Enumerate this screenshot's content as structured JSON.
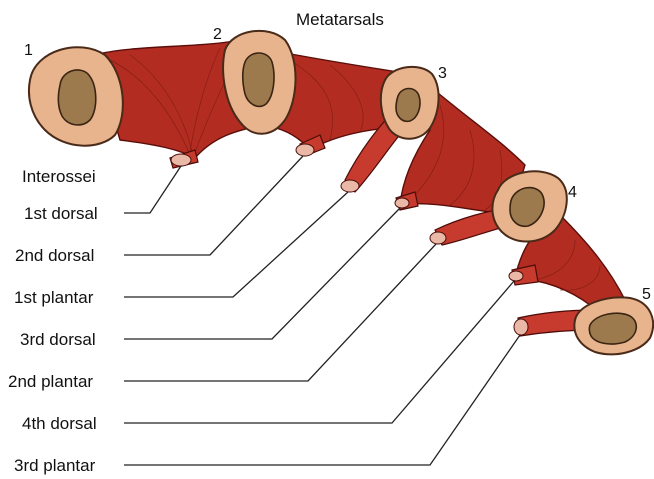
{
  "title": "Metatarsals",
  "bones": [
    {
      "number": "1"
    },
    {
      "number": "2"
    },
    {
      "number": "3"
    },
    {
      "number": "4"
    },
    {
      "number": "5"
    }
  ],
  "heading": "Interossei",
  "muscles": [
    {
      "label": "1st dorsal"
    },
    {
      "label": "2nd dorsal"
    },
    {
      "label": "1st plantar"
    },
    {
      "label": "3rd dorsal"
    },
    {
      "label": "2nd plantar"
    },
    {
      "label": "4th dorsal"
    },
    {
      "label": "3rd plantar"
    }
  ],
  "colors": {
    "muscle": "#b22c22",
    "bone": "#e8b48e",
    "marrow": "#9c7a4e",
    "text": "#111111"
  }
}
